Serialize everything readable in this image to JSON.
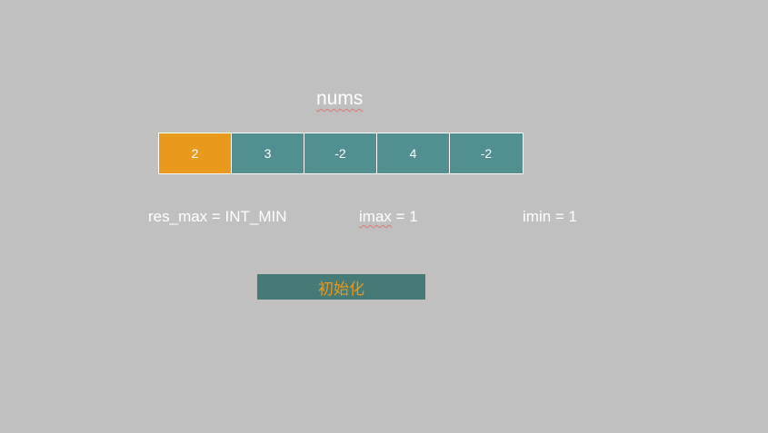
{
  "diagram": {
    "title": "nums",
    "cells": [
      {
        "value": "2",
        "highlighted": true
      },
      {
        "value": "3",
        "highlighted": false
      },
      {
        "value": "-2",
        "highlighted": false
      },
      {
        "value": "4",
        "highlighted": false
      },
      {
        "value": "-2",
        "highlighted": false
      }
    ],
    "variables": {
      "res_max": "res_max = INT_MIN",
      "imax_name": "imax",
      "imax_rest": " = 1",
      "imin": "imin = 1"
    },
    "step_label": "初始化",
    "colors": {
      "background": "#c0c0c0",
      "cell": "#528f90",
      "cell_highlight": "#e89a1c",
      "step_bg": "#467a76",
      "step_text": "#e89a1c"
    }
  }
}
